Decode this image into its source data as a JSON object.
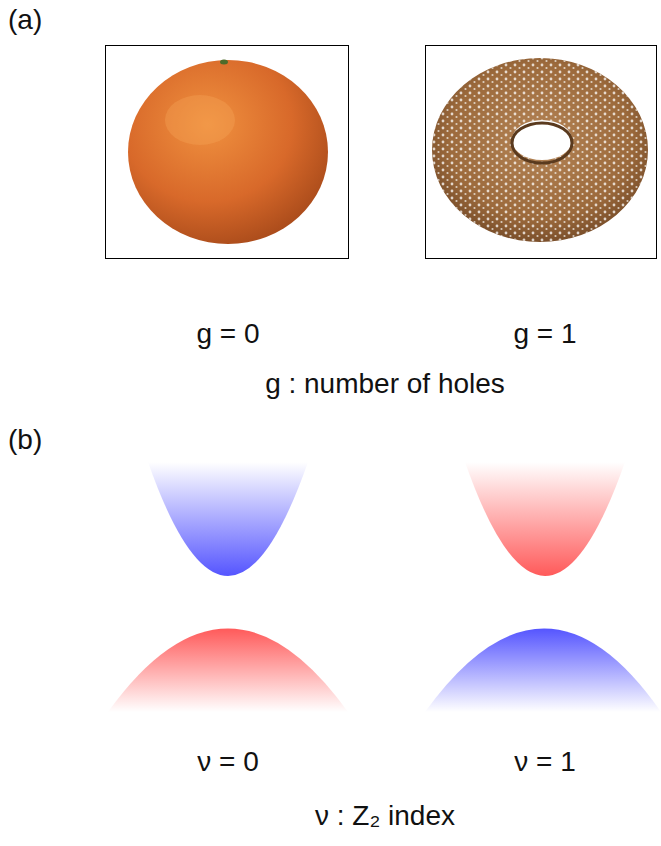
{
  "diagram": {
    "labels": [
      "(a)",
      "g = 0",
      "g = 1",
      "g : number of holes",
      "(b)",
      "ν = 0",
      "ν = 1",
      "ν : Z₂ index"
    ]
  }
}
